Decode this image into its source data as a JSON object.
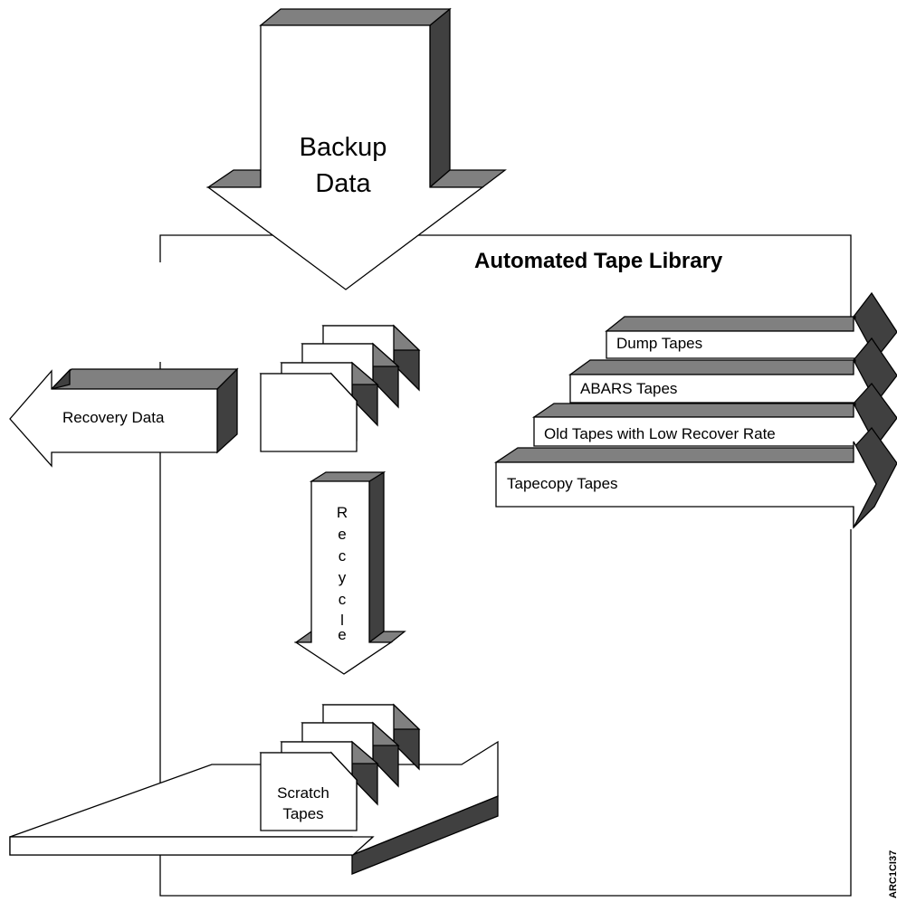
{
  "library": {
    "title": "Automated Tape Library"
  },
  "backup_arrow": {
    "line1": "Backup",
    "line2": "Data"
  },
  "recovery_arrow": {
    "label": "Recovery Data"
  },
  "recycle_arrow": {
    "letters": [
      "R",
      "e",
      "c",
      "y",
      "c",
      "l",
      "e"
    ]
  },
  "scratch": {
    "line1": "Scratch",
    "line2": "Tapes"
  },
  "output_arrows": [
    {
      "label": "Dump Tapes"
    },
    {
      "label": "ABARS Tapes"
    },
    {
      "label": "Old Tapes with Low Recover Rate"
    },
    {
      "label": "Tapecopy Tapes"
    }
  ],
  "figure_id": "ARC1CI37",
  "colors": {
    "shade_light": "#808080",
    "shade_dark": "#404040",
    "line": "#000000"
  }
}
